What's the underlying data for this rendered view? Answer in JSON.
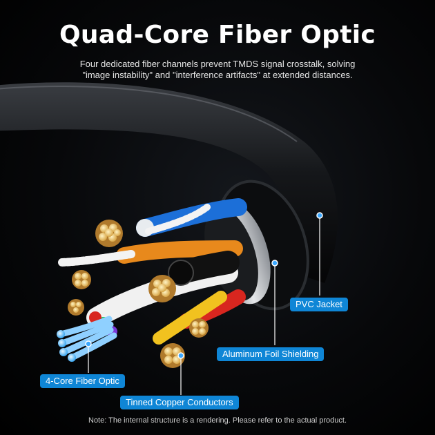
{
  "title": "Quad-Core Fiber Optic",
  "subtitle_line1": "Four dedicated fiber channels prevent TMDS signal crosstalk, solving",
  "subtitle_line2": "\"image instability\" and \"interference artifacts\" at extended distances.",
  "labels": {
    "pvc_jacket": "PVC Jacket",
    "aluminum_foil": "Aluminum Foil Shielding",
    "fiber_optic": "4-Core Fiber Optic",
    "tinned_copper": "Tinned Copper Conductors"
  },
  "note": "Note: The internal structure is a rendering. Please refer to the actual product.",
  "colors": {
    "label_bg": "#0f86d6",
    "accent_line": "#3aa7ff"
  }
}
